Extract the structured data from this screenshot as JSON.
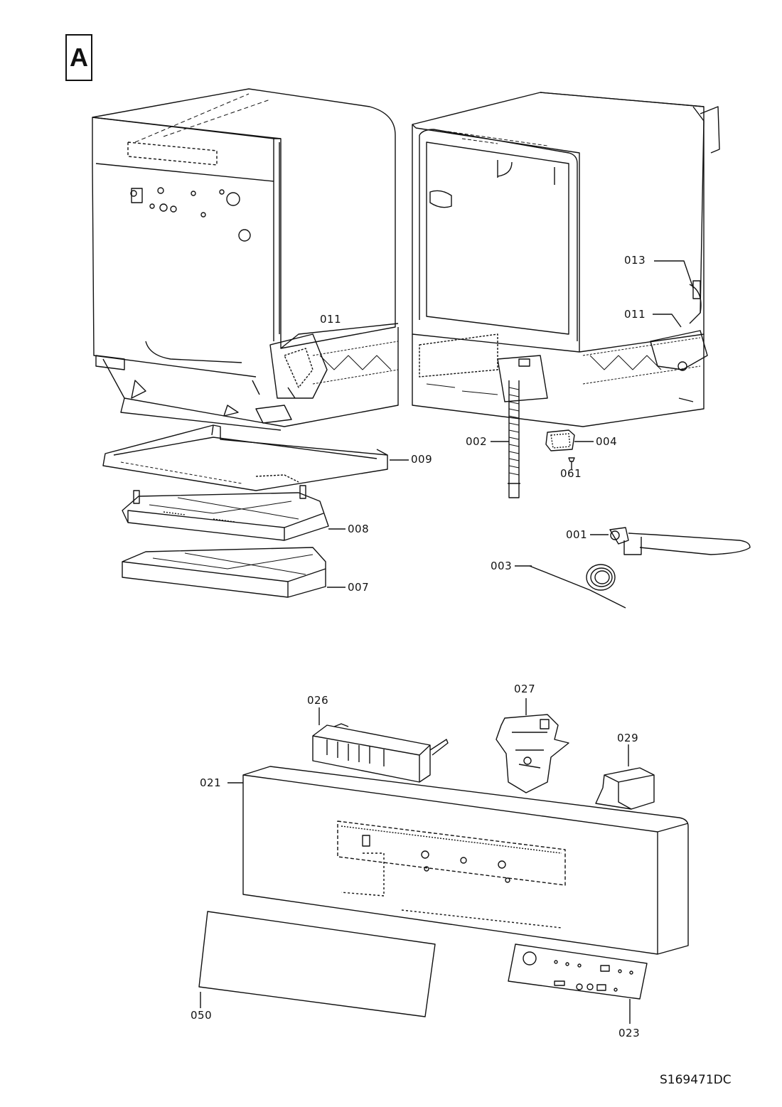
{
  "figure": {
    "section_label": "A",
    "document_code": "S169471DC"
  },
  "parts": {
    "p011_left": "011",
    "p013": "013",
    "p011_right": "011",
    "p002": "002",
    "p004": "004",
    "p009": "009",
    "p061": "061",
    "p008": "008",
    "p001": "001",
    "p003": "003",
    "p007": "007",
    "p026": "026",
    "p027": "027",
    "p029": "029",
    "p021": "021",
    "p050": "050",
    "p023": "023"
  }
}
